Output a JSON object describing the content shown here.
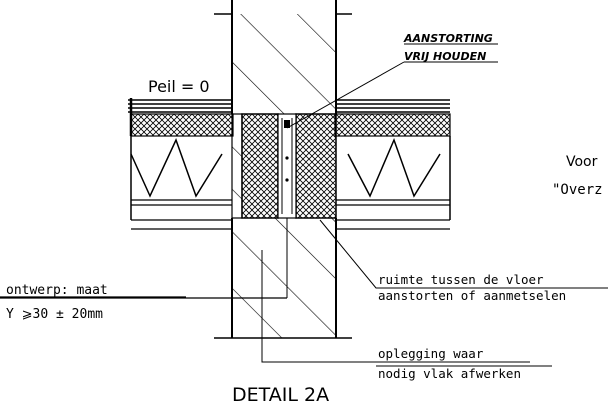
{
  "annotations": {
    "top_label_line1": "AANSTORTING",
    "top_label_line2": "VRIJ HOUDEN",
    "level_label": "Peil = 0",
    "right_text_1": "Voor",
    "right_text_2": "\"Overz",
    "left_label_line1": "ontwerp: maat",
    "left_label_line2": "Y   ⩾30 ± 20mm",
    "right_label_line1": "ruimte tussen de vloer",
    "right_label_line2": "aanstorten of aanmetselen",
    "bottom_label_line1": "oplegging waar",
    "bottom_label_line2": "nodig vlak afwerken",
    "detail_title": "DETAIL 2A"
  },
  "colors": {
    "ink": "#000000",
    "paper": "#ffffff"
  }
}
